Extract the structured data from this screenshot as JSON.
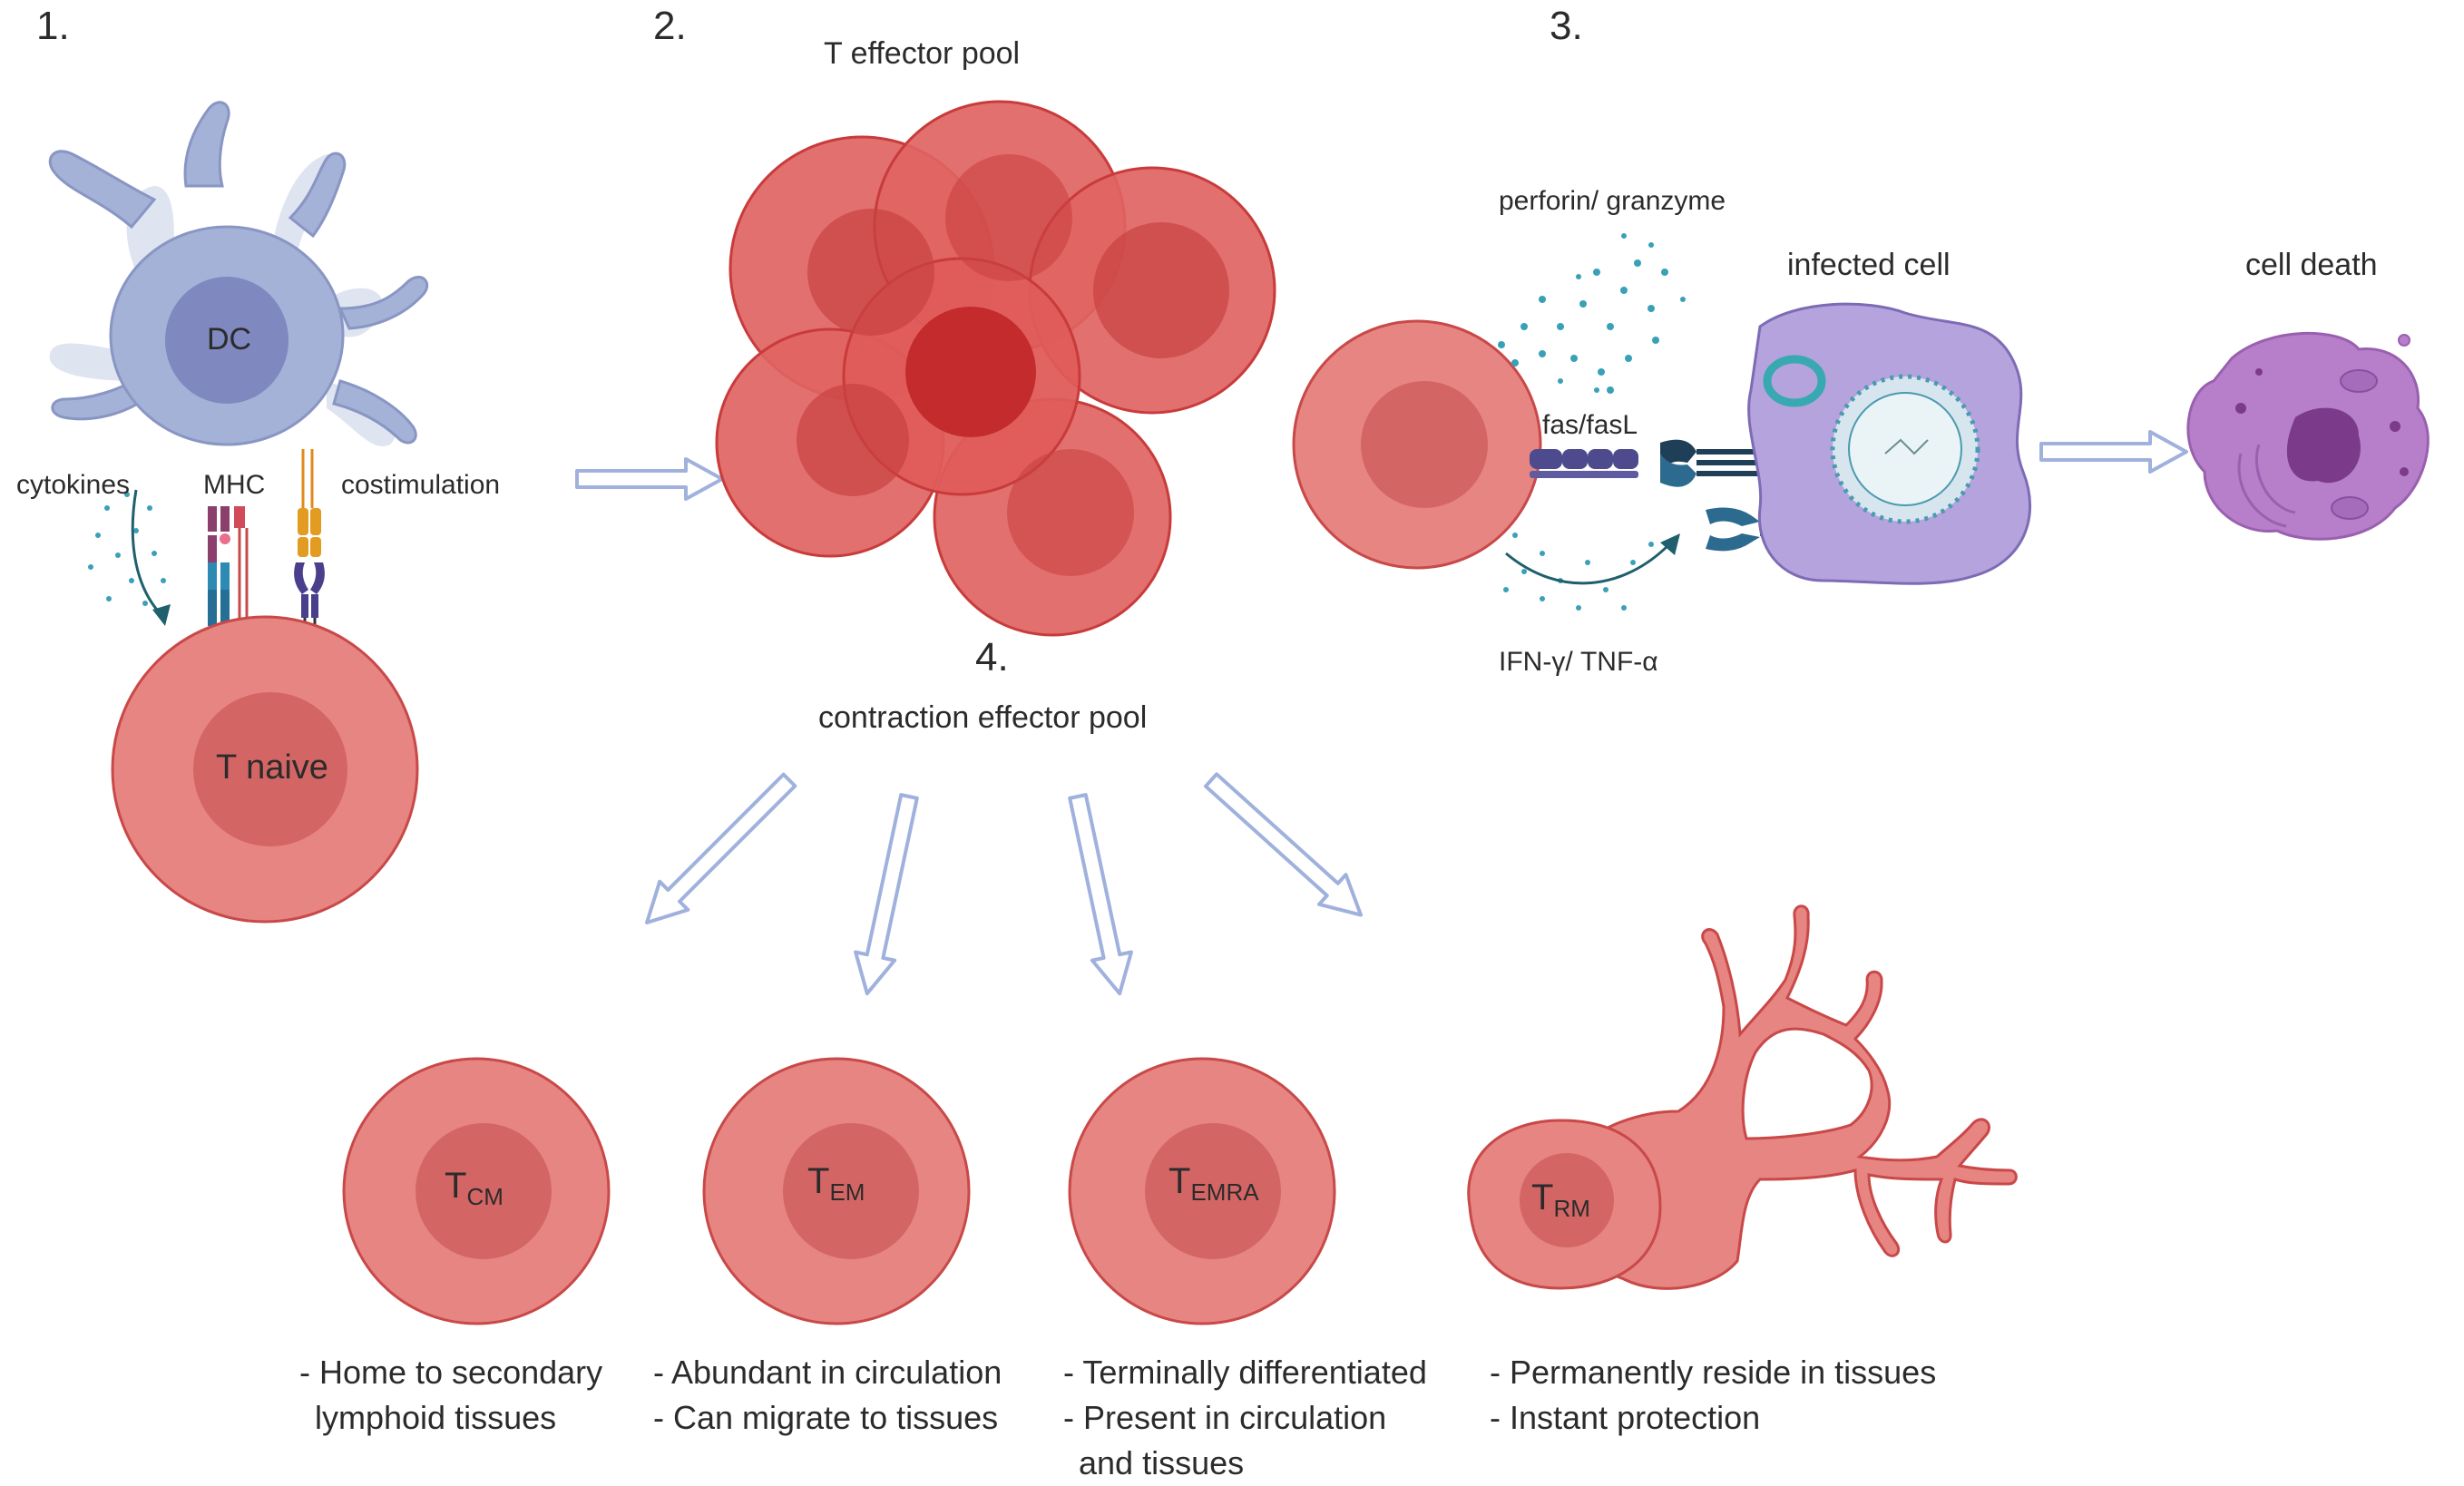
{
  "steps": [
    "1.",
    "2.",
    "3.",
    "4."
  ],
  "labels": {
    "dc": "DC",
    "cytokines": "cytokines",
    "mhc": "MHC",
    "costimulation": "costimulation",
    "t_naive": "T naive",
    "t_effector_pool": "T effector pool",
    "perforin": "perforin/ granzyme",
    "fas": "fas/fasL",
    "ifn": "IFN-γ/ TNF-α",
    "infected_cell": "infected cell",
    "cell_death": "cell death",
    "contraction": "contraction effector pool"
  },
  "memory_cells": [
    {
      "main": "T",
      "sub": "CM",
      "desc": [
        "- Home to secondary",
        "  lymphoid tissues"
      ]
    },
    {
      "main": "T",
      "sub": "EM",
      "desc": [
        "- Abundant in circulation",
        "- Can migrate to tissues"
      ]
    },
    {
      "main": "T",
      "sub": "EMRA",
      "desc": [
        "- Terminally differentiated",
        "- Present in circulation",
        "  and tissues"
      ]
    },
    {
      "main": "T",
      "sub": "RM",
      "desc": [
        "- Permanently reside in tissues",
        "- Instant protection"
      ]
    }
  ],
  "colors": {
    "cell_fill": "#e68582",
    "cell_nucleus": "#d46565",
    "cell_stroke": "#c94848",
    "effector_fill": "#df5f5e",
    "effector_nucleus": "#c83c3c",
    "dc_fill": "#a3b2d6",
    "dc_nucleus": "#7f88bf",
    "infected_fill": "#b4a3dd",
    "dead_fill": "#b77fc9",
    "arrow": "#a9b9df"
  }
}
